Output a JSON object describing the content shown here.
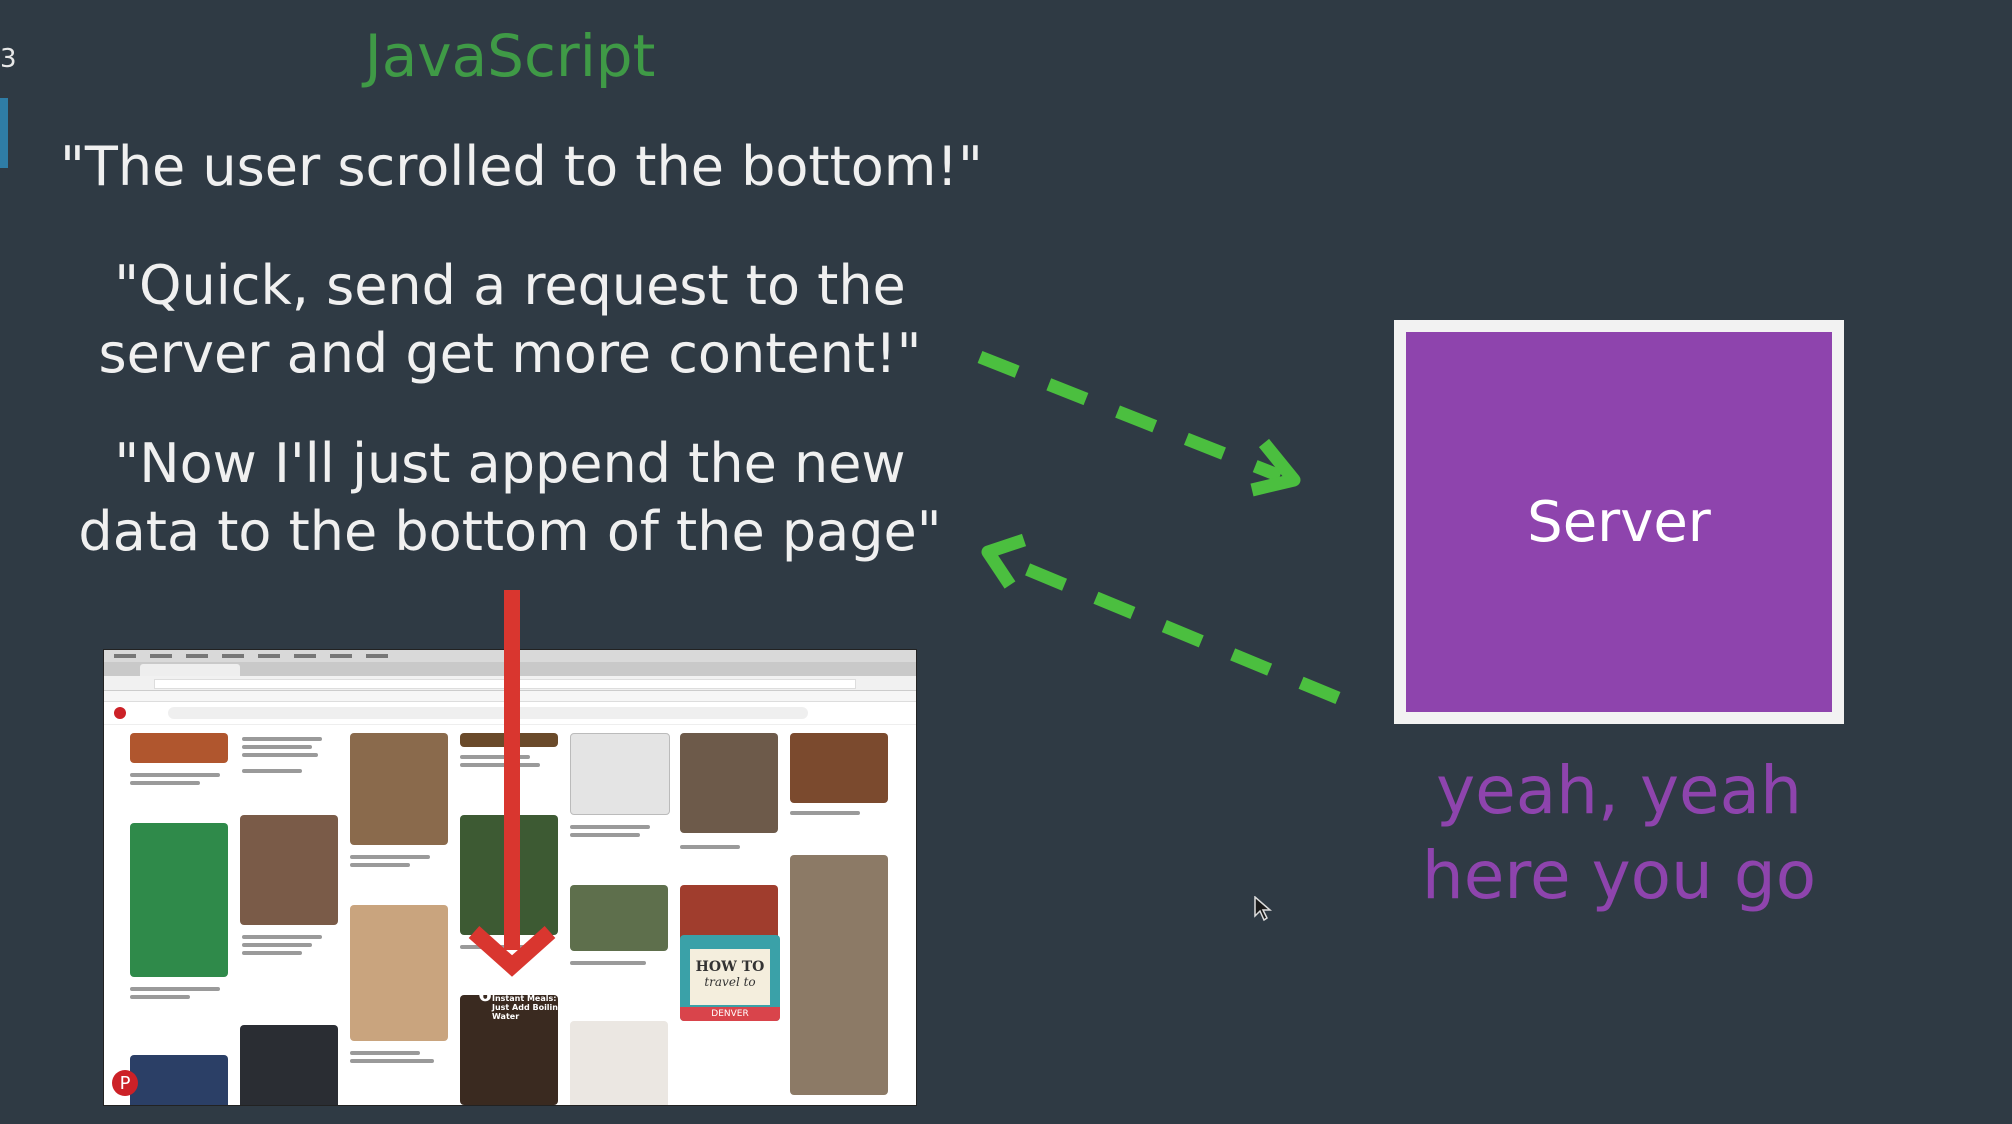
{
  "edge_label": "3",
  "title": "JavaScript",
  "quotes": {
    "q1": "\"The user scrolled to the bottom!\"",
    "q2_line1": "\"Quick, send a request to the",
    "q2_line2": "server and get more content!\"",
    "q3_line1": "\"Now I'll just append the new",
    "q3_line2": "data to the bottom of the page\""
  },
  "server": {
    "label": "Server"
  },
  "reply": {
    "line1": "yeah, yeah",
    "line2": "here you go"
  },
  "thumbnail": {
    "pin_logo": "P",
    "howto_line1": "HOW TO",
    "howto_line2": "travel to",
    "howto_band": "DENVER",
    "instant_number": "6",
    "instant_text": "Instant Meals: Just Add Boiling Water"
  },
  "colors": {
    "background": "#2f3a44",
    "javascript_green": "#3f9a46",
    "server_purple": "#8e44ad",
    "arrow_green": "#4bbf3f",
    "scroll_arrow_red": "#d9362f"
  }
}
